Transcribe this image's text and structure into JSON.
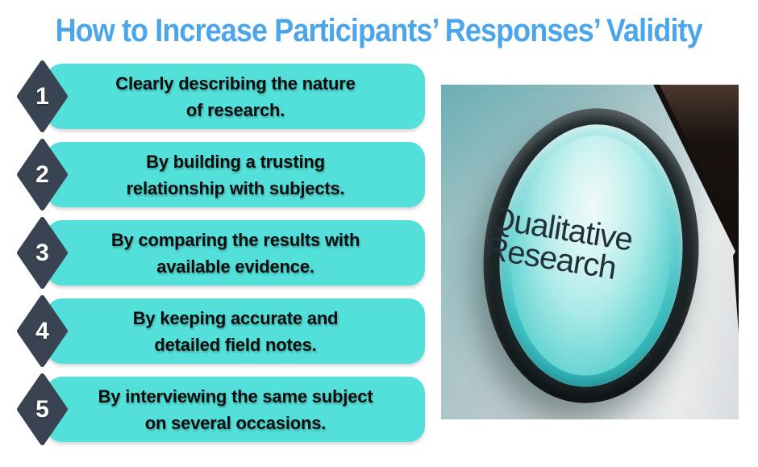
{
  "title": "How to Increase Participants’ Responses’ Validity",
  "steps": [
    {
      "number": "1",
      "text": "Clearly describing the nature\nof research."
    },
    {
      "number": "2",
      "text": "By building a trusting\nrelationship with subjects."
    },
    {
      "number": "3",
      "text": "By comparing the results with\navailable evidence."
    },
    {
      "number": "4",
      "text": "By keeping accurate and\ndetailed field notes."
    },
    {
      "number": "5",
      "text": "By interviewing the same subject\non several occasions."
    }
  ],
  "photo": {
    "sign_line1": "Qualitative",
    "sign_line2": "Research"
  },
  "colors": {
    "title_blue": "#4ba5ea",
    "bar_teal": "#53e0da",
    "diamond_slate": "#3a4352",
    "badge_face_teal": "#66d4d2",
    "badge_ring_dark": "#1d2729",
    "photo_dark_corner": "#191210"
  }
}
